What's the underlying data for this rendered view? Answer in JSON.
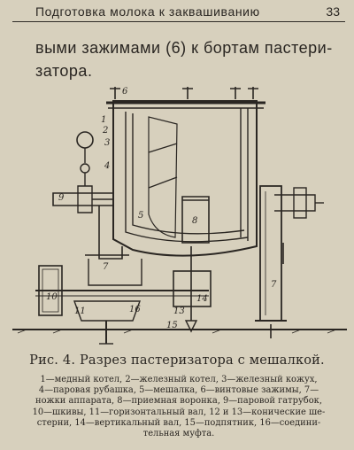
{
  "header": {
    "running_title": "Подготовка молока к заквашиванию",
    "page_number": "33"
  },
  "body_text": {
    "line_1": "выми зажимами (6) к бортам пастери-",
    "line_2": "затора."
  },
  "figure": {
    "callouts": {
      "c1": "1",
      "c2": "2",
      "c3": "3",
      "c4": "4",
      "c5": "5",
      "c6": "6",
      "c7a": "7",
      "c7b": "7",
      "c8": "8",
      "c9": "9",
      "c10": "10",
      "c11": "11",
      "c13": "13",
      "c14": "14",
      "c15": "15",
      "c16": "16"
    },
    "caption": "Рис. 4. Разрез пастеризатора с мешалкой.",
    "legend_lines": [
      "1—медный котел, 2—железный котел, 3—железный кожух,",
      "4—паровая рубашка, 5—мешалка, 6—винтовые зажимы, 7—",
      "ножки аппарата, 8—приемная воронка, 9—паровой гатрубок,",
      "10—шкивы, 11—горизонтальный вал, 12 и 13—конические ше-",
      "стерни, 14—вертикальный вал, 15—подпятник, 16—соедини-",
      "тельная муфта."
    ]
  }
}
